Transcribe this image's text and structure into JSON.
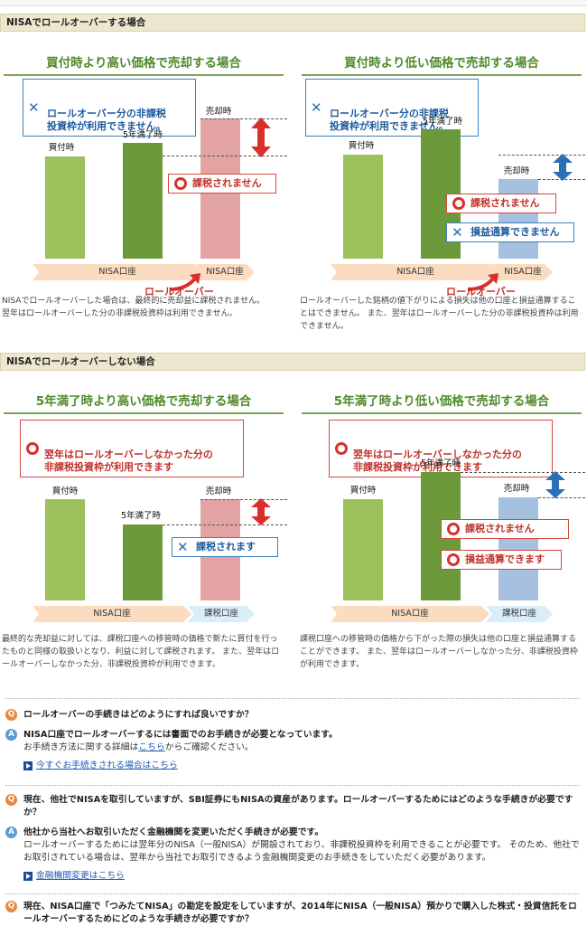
{
  "section1": {
    "header": "NISAでロールオーバーする場合",
    "left": {
      "title": "買付時より高い価格で売却する場合",
      "note": "ロールオーバー分の非課税\n投資枠が利用できません。",
      "labels": {
        "buy": "買付時",
        "expire": "5年満了時",
        "sell": "売却時"
      },
      "note2": "課税されません",
      "band1": "NISA口座",
      "band2": "NISA口座",
      "rollover": "ロールオーバー",
      "desc": "NISAでロールオーバーした場合は、最終的に売却益に課税されません。\n翌年はロールオーバーした分の非課税投資枠は利用できません。"
    },
    "right": {
      "title": "買付時より低い価格で売却する場合",
      "note": "ロールオーバー分の非課税\n投資枠が利用できません。",
      "labels": {
        "buy": "買付時",
        "expire": "5年満了時",
        "sell": "売却時"
      },
      "note2": "課税されません",
      "note3": "損益通算できません",
      "band1": "NISA口座",
      "band2": "NISA口座",
      "rollover": "ロールオーバー",
      "desc": "ロールオーバーした銘柄の値下がりによる損失は他の口座と損益通算することはできません。 また、翌年はロールオーバーした分の非課税投資枠は利用できません。"
    }
  },
  "section2": {
    "header": "NISAでロールオーバーしない場合",
    "left": {
      "title": "5年満了時より高い価格で売却する場合",
      "note": "翌年はロールオーバーしなかった分の\n非課税投資枠が利用できます",
      "labels": {
        "buy": "買付時",
        "expire": "5年満了時",
        "sell": "売却時"
      },
      "note2": "課税されます",
      "band1": "NISA口座",
      "band2": "課税口座",
      "desc": "最終的な売却益に対しては、課税口座への移管時の価格で新たに買付を行ったものと同様の取扱いとなり、利益に対して課税されます。 また、翌年はロールオーバーしなかった分、非課税投資枠が利用できます。"
    },
    "right": {
      "title": "5年満了時より低い価格で売却する場合",
      "note": "翌年はロールオーバーしなかった分の\n非課税投資枠が利用できます",
      "labels": {
        "buy": "買付時",
        "expire": "5年満了時",
        "sell": "売却時"
      },
      "note2": "課税されません",
      "note3": "損益通算できます",
      "band1": "NISA口座",
      "band2": "課税口座",
      "desc": "課税口座への移管時の価格から下がった際の損失は他の口座と損益通算することができます。 また、翌年はロールオーバーしなかった分、非課税投資枠が利用できます。"
    }
  },
  "faq": [
    {
      "q": "ロールオーバーの手続きはどのようにすれば良いですか？",
      "a_head": "NISA口座でロールオーバーするには書面でのお手続きが必要となっています。",
      "a_body_pre": "お手続き方法に関する詳細は",
      "a_body_link": "こちら",
      "a_body_post": "からご確認ください。",
      "link": "今すぐお手続きされる場合はこちら"
    },
    {
      "q": "現在、他社でNISAを取引していますが、SBI証券にもNISAの資産があります。ロールオーバーするためにはどのような手続きが必要ですか？",
      "a_head": "他社から当社へお取引いただく金融機関を変更いただく手続きが必要です。",
      "a_body": "ロールオーバーするためには翌年分のNISA（一般NISA）が開設されており、非課税投資枠を利用できることが必要です。 そのため、他社でお取引されている場合は、翌年から当社でお取引できるよう金融機関変更のお手続きをしていただく必要があります。",
      "link": "金融機関変更はこちら"
    },
    {
      "q": "現在、NISA口座で「つみたてNISA」の勘定を設定をしていますが、2014年にNISA（一般NISA）預かりで購入した株式・投資信託をロールオーバーするためにどのような手続きが必要ですか？"
    }
  ],
  "colors": {
    "green_light": "#9bc05c",
    "green_dark": "#6c9a3a",
    "pink": "#e3a3a3",
    "blue": "#a6c0e0",
    "title_green": "#4f8a2a",
    "red": "#c0322a"
  }
}
